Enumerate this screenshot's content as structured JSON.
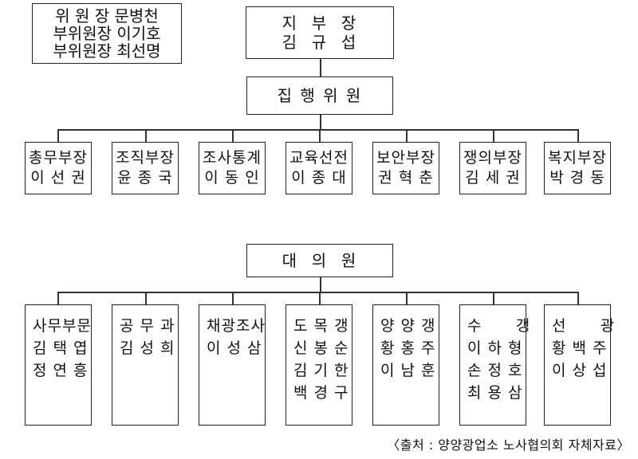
{
  "officers": {
    "lines": [
      "위 원 장 문병천",
      "부위원장 이기호",
      "부위원장 최선명"
    ]
  },
  "branch_chief": {
    "lines": [
      "지  부  장",
      "김  규  섭"
    ]
  },
  "executive": {
    "title": "집 행 위 원",
    "departments": [
      {
        "title": "총무부장",
        "name": "이 선 권"
      },
      {
        "title": "조직부장",
        "name": "윤 종 국"
      },
      {
        "title": "조사통계",
        "name": "이 동 인"
      },
      {
        "title": "교육선전",
        "name": "이 종 대"
      },
      {
        "title": "보안부장",
        "name": "권 혁 춘"
      },
      {
        "title": "쟁의부장",
        "name": "김 세 권"
      },
      {
        "title": "복지부장",
        "name": "박 경 동"
      }
    ]
  },
  "delegates": {
    "title": "대  의  원",
    "groups": [
      {
        "lines": [
          "사무부문",
          "김 택 엽",
          "정 연 흥"
        ]
      },
      {
        "lines": [
          "공 무 과",
          "김 성 희"
        ]
      },
      {
        "lines": [
          "채광조사",
          "이 성 삼"
        ]
      },
      {
        "lines": [
          "도 목 갱",
          "신 봉 순",
          "김 기 한",
          "백 경 구"
        ]
      },
      {
        "lines": [
          "양 양 갱",
          "황 홍 주",
          "이 남 훈"
        ]
      },
      {
        "lines": [
          "수      갱",
          "이 하 형",
          "손 정 호",
          "최 용 삼"
        ]
      },
      {
        "lines": [
          "선      광",
          "황 백 주",
          "이 상 섭"
        ]
      }
    ]
  },
  "source": "〈출처 : 양양광업소 노사협의회 자체자료〉"
}
